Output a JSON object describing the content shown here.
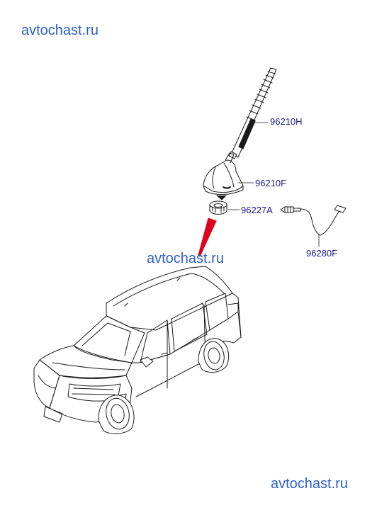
{
  "watermarks": {
    "top": "avtochast.ru",
    "middle": "avtochast.ru",
    "bottom": "avtochast.ru"
  },
  "parts": [
    {
      "number": "96210H"
    },
    {
      "number": "96210F"
    },
    {
      "number": "96227A"
    },
    {
      "number": "96280F"
    }
  ],
  "colors": {
    "watermark": "#2f5fc8",
    "label": "#1a1a8a",
    "pointer": "#e0001b",
    "line": "#1a1a1a"
  }
}
